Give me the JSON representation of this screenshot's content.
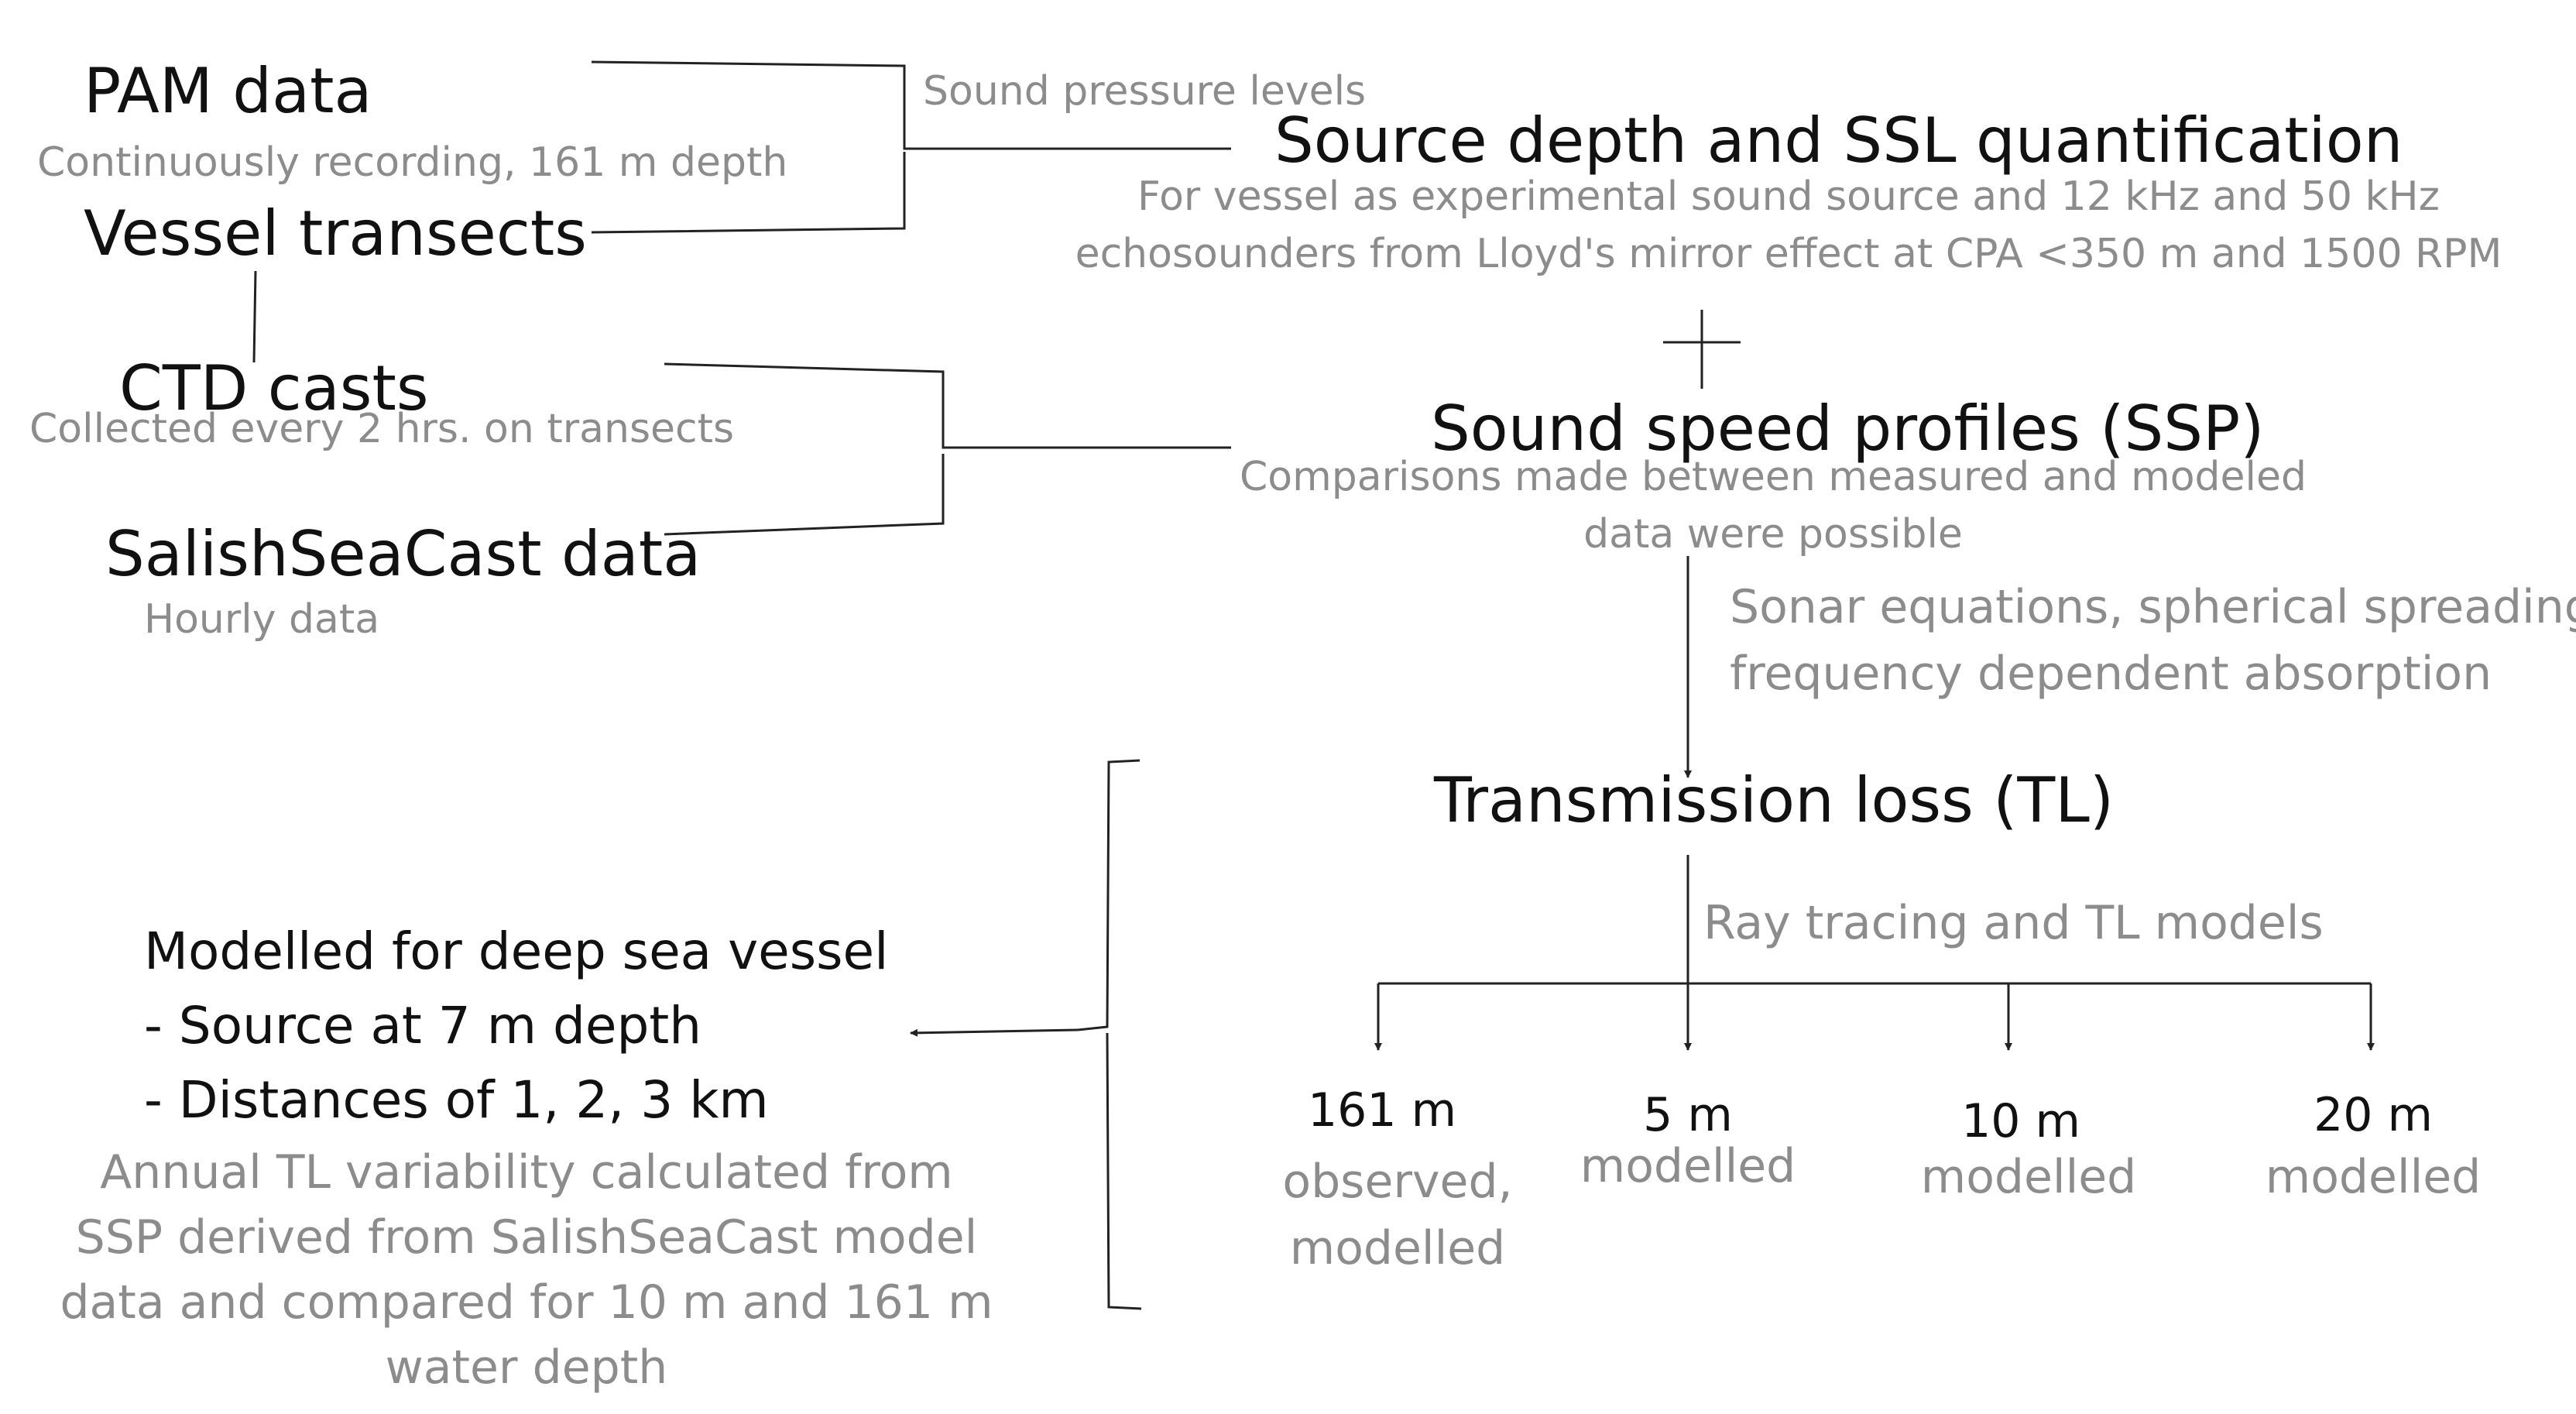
{
  "nodes": {
    "pam": {
      "title": "PAM data",
      "note": "Continuously recording, 161 m depth"
    },
    "vessel": {
      "title": "Vessel transects"
    },
    "ctd": {
      "title": "CTD casts",
      "note": "Collected every 2 hrs. on transects"
    },
    "salish": {
      "title": "SalishSeaCast data",
      "note": "Hourly data"
    },
    "source": {
      "title": "Source depth and SSL quantification",
      "note_line1": "For vessel as experimental sound source and 12 kHz and 50 kHz",
      "note_line2": "echosounders from Lloyd's mirror effect at CPA <350 m and 1500 RPM"
    },
    "ssp": {
      "title": "Sound speed profiles (SSP)",
      "note_line1": "Comparisons made between measured and modeled",
      "note_line2": "data were possible"
    },
    "tl": {
      "title": "Transmission loss (TL)"
    },
    "modelled": {
      "line1": "Modelled for deep sea vessel",
      "line2": "- Source at 7 m depth",
      "line3": "- Distances of 1, 2, 3 km",
      "note_line1": "Annual TL variability calculated from",
      "note_line2": "SSP derived from SalishSeaCast model",
      "note_line3": "data and compared for 10 m and 161 m",
      "note_line4": "water depth"
    },
    "d161": {
      "depth": "161 m",
      "line1": "observed,",
      "line2": "modelled"
    },
    "d5": {
      "depth": "5 m",
      "line1": "modelled"
    },
    "d10": {
      "depth": "10 m",
      "line1": "modelled"
    },
    "d20": {
      "depth": "20 m",
      "line1": "modelled"
    }
  },
  "edges": {
    "spl": "Sound pressure levels",
    "sonar_line1": "Sonar equations, spherical spreading,",
    "sonar_line2": "frequency dependent absorption",
    "ray": "Ray tracing and TL models",
    "plus": "+"
  },
  "colors": {
    "primary_text": "#111111",
    "secondary_text": "#8c8c8c",
    "line": "#222222"
  }
}
